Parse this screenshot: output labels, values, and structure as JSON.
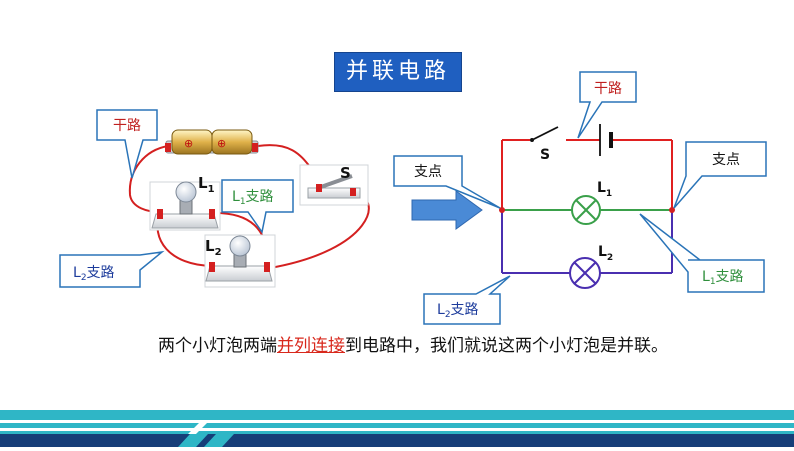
{
  "title": "并联电路",
  "caption": {
    "part1": "两个小灯泡两端",
    "highlight": "并列连接",
    "part2": "到电路中，我们就说这两个小灯泡是并联。"
  },
  "physical": {
    "callout_main": "干路",
    "callout_b1_letter": "L",
    "callout_b1_sub": "1",
    "callout_b1_rest": "支路",
    "callout_b2_letter": "L",
    "callout_b2_sub": "2",
    "callout_b2_rest": "支路",
    "lamp1_letter": "L",
    "lamp1_sub": "1",
    "lamp2_letter": "L",
    "lamp2_sub": "2",
    "switch_label": "S",
    "battery_symbol": "⊕"
  },
  "schematic": {
    "callout_main": "干路",
    "callout_node_left": "支点",
    "callout_node_right": "支点",
    "callout_b1_letter": "L",
    "callout_b1_sub": "1",
    "callout_b1_rest": "支路",
    "callout_b2_letter": "L",
    "callout_b2_sub": "2",
    "callout_b2_rest": "支路",
    "lamp1_letter": "L",
    "lamp1_sub": "1",
    "lamp2_letter": "L",
    "lamp2_sub": "2",
    "switch_label": "S"
  },
  "colors": {
    "title_bg": "#1f5fc0",
    "main_wire": "#d42020",
    "branch1_wire": "#3aa04a",
    "branch2_wire": "#4a2fb0",
    "schem_main_wire": "#e02020",
    "callout_stroke": "#2a74b8",
    "main_text": "#c0201f",
    "branch1_text": "#2f8f3c",
    "branch2_text": "#1d3c9c",
    "arrow_fill": "#4a8ad6",
    "footer_teal": "#2fb6c6",
    "footer_navy": "#163e78"
  }
}
